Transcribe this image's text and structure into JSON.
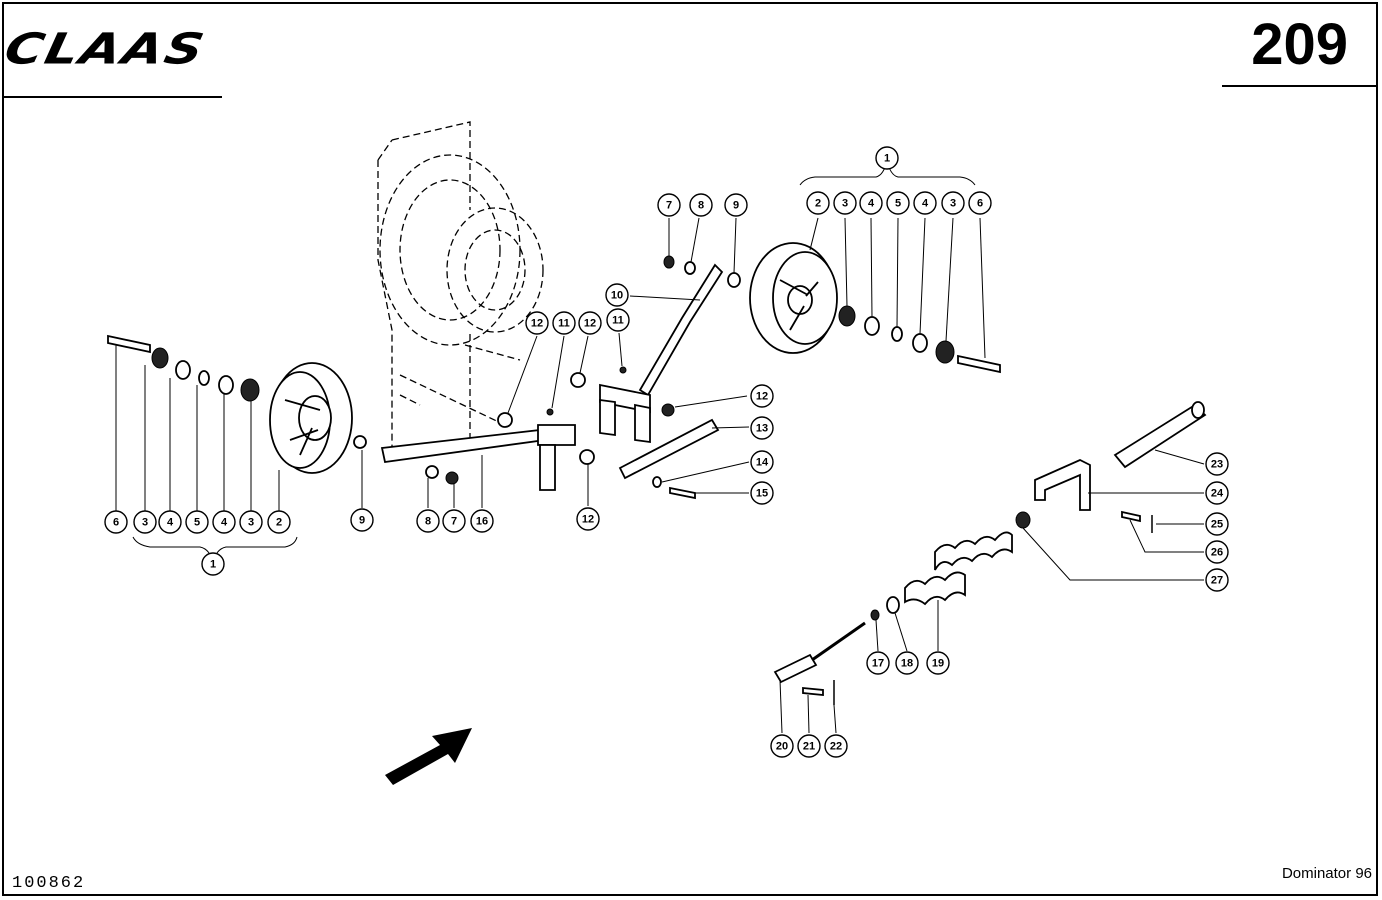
{
  "header": {
    "brand_logo": "CLAAS",
    "page_number": "209"
  },
  "footer": {
    "doc_number": "100862",
    "model": "Dominator 96"
  },
  "callouts": [
    {
      "id": "left-1",
      "label": "1"
    },
    {
      "id": "left-6",
      "label": "6"
    },
    {
      "id": "left-3a",
      "label": "3"
    },
    {
      "id": "left-4a",
      "label": "4"
    },
    {
      "id": "left-5",
      "label": "5"
    },
    {
      "id": "left-4b",
      "label": "4"
    },
    {
      "id": "left-3b",
      "label": "3"
    },
    {
      "id": "left-2",
      "label": "2"
    },
    {
      "id": "left-9",
      "label": "9"
    },
    {
      "id": "mid-8",
      "label": "8"
    },
    {
      "id": "mid-7",
      "label": "7"
    },
    {
      "id": "mid-16",
      "label": "16"
    },
    {
      "id": "mid-12-bottom",
      "label": "12"
    },
    {
      "id": "mid-12-a",
      "label": "12"
    },
    {
      "id": "mid-11-a",
      "label": "11"
    },
    {
      "id": "mid-12-b",
      "label": "12"
    },
    {
      "id": "mid-11-b",
      "label": "11"
    },
    {
      "id": "mid-10",
      "label": "10"
    },
    {
      "id": "top-7",
      "label": "7"
    },
    {
      "id": "top-8",
      "label": "8"
    },
    {
      "id": "top-9",
      "label": "9"
    },
    {
      "id": "right-1",
      "label": "1"
    },
    {
      "id": "right-2",
      "label": "2"
    },
    {
      "id": "right-3a",
      "label": "3"
    },
    {
      "id": "right-4a",
      "label": "4"
    },
    {
      "id": "right-5",
      "label": "5"
    },
    {
      "id": "right-4b",
      "label": "4"
    },
    {
      "id": "right-3b",
      "label": "3"
    },
    {
      "id": "right-6",
      "label": "6"
    },
    {
      "id": "mid-12-right",
      "label": "12"
    },
    {
      "id": "mid-13",
      "label": "13"
    },
    {
      "id": "mid-14",
      "label": "14"
    },
    {
      "id": "mid-15",
      "label": "15"
    },
    {
      "id": "spr-23",
      "label": "23"
    },
    {
      "id": "spr-24",
      "label": "24"
    },
    {
      "id": "spr-25",
      "label": "25"
    },
    {
      "id": "spr-26",
      "label": "26"
    },
    {
      "id": "spr-27",
      "label": "27"
    },
    {
      "id": "spr-17",
      "label": "17"
    },
    {
      "id": "spr-18",
      "label": "18"
    },
    {
      "id": "spr-19",
      "label": "19"
    },
    {
      "id": "spr-20",
      "label": "20"
    },
    {
      "id": "spr-21",
      "label": "21"
    },
    {
      "id": "spr-22",
      "label": "22"
    }
  ]
}
